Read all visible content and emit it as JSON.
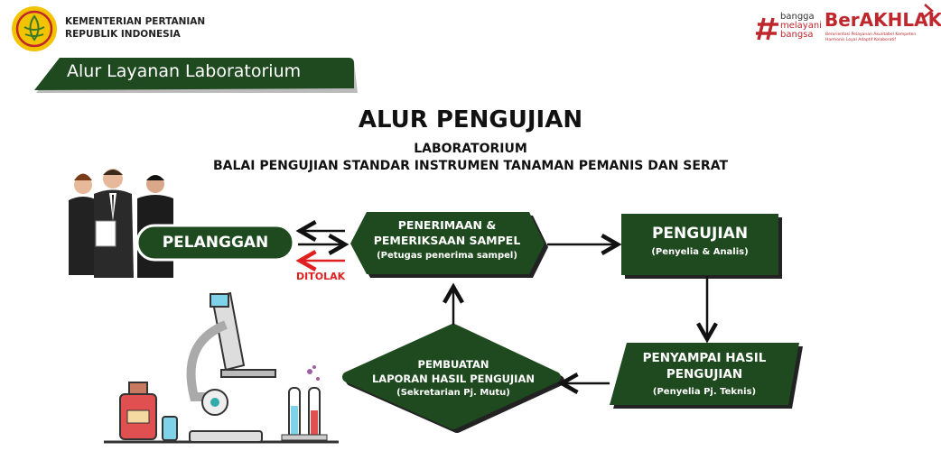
{
  "header": {
    "ministry_line1": "KEMENTERIAN PERTANIAN",
    "ministry_line2": "REPUBLIK INDONESIA",
    "banner_title": "Alur Layanan Laboratorium",
    "bangga_logo": [
      "bangga",
      "melayani",
      "bangsa"
    ],
    "berakhlak_logo": "BerAKHLAK",
    "berakhlak_tagline_1": "Berorientasi Pelayanan Akuntabel Kompeten",
    "berakhlak_tagline_2": "Harmonis Loyal Adaptif Kolaboratif"
  },
  "diagram": {
    "title": "ALUR PENGUJIAN",
    "subtitle1": "LABORATORIUM",
    "subtitle2": "BALAI PENGUJIAN STANDAR INSTRUMEN TANAMAN PEMANIS DAN SERAT",
    "customer": "PELANGGAN",
    "rejected": "DITOLAK",
    "steps": [
      {
        "title1": "PENERIMAAN &",
        "title2": "PEMERIKSAAN SAMPEL",
        "role": "(Petugas penerima sampel)"
      },
      {
        "title1": "PENGUJIAN",
        "role": "(Penyelia & Analis)"
      },
      {
        "title1": "PENYAMPAI HASIL",
        "title2": "PENGUJIAN",
        "role": "(Penyelia Pj. Teknis)"
      },
      {
        "title1": "PEMBUATAN",
        "title2": "LAPORAN HASIL PENGUJIAN",
        "role": "(Sekretarian Pj. Mutu)"
      }
    ]
  },
  "colors": {
    "green": "#1f4a1f",
    "red": "#e02020",
    "brand_red": "#c0272d"
  }
}
